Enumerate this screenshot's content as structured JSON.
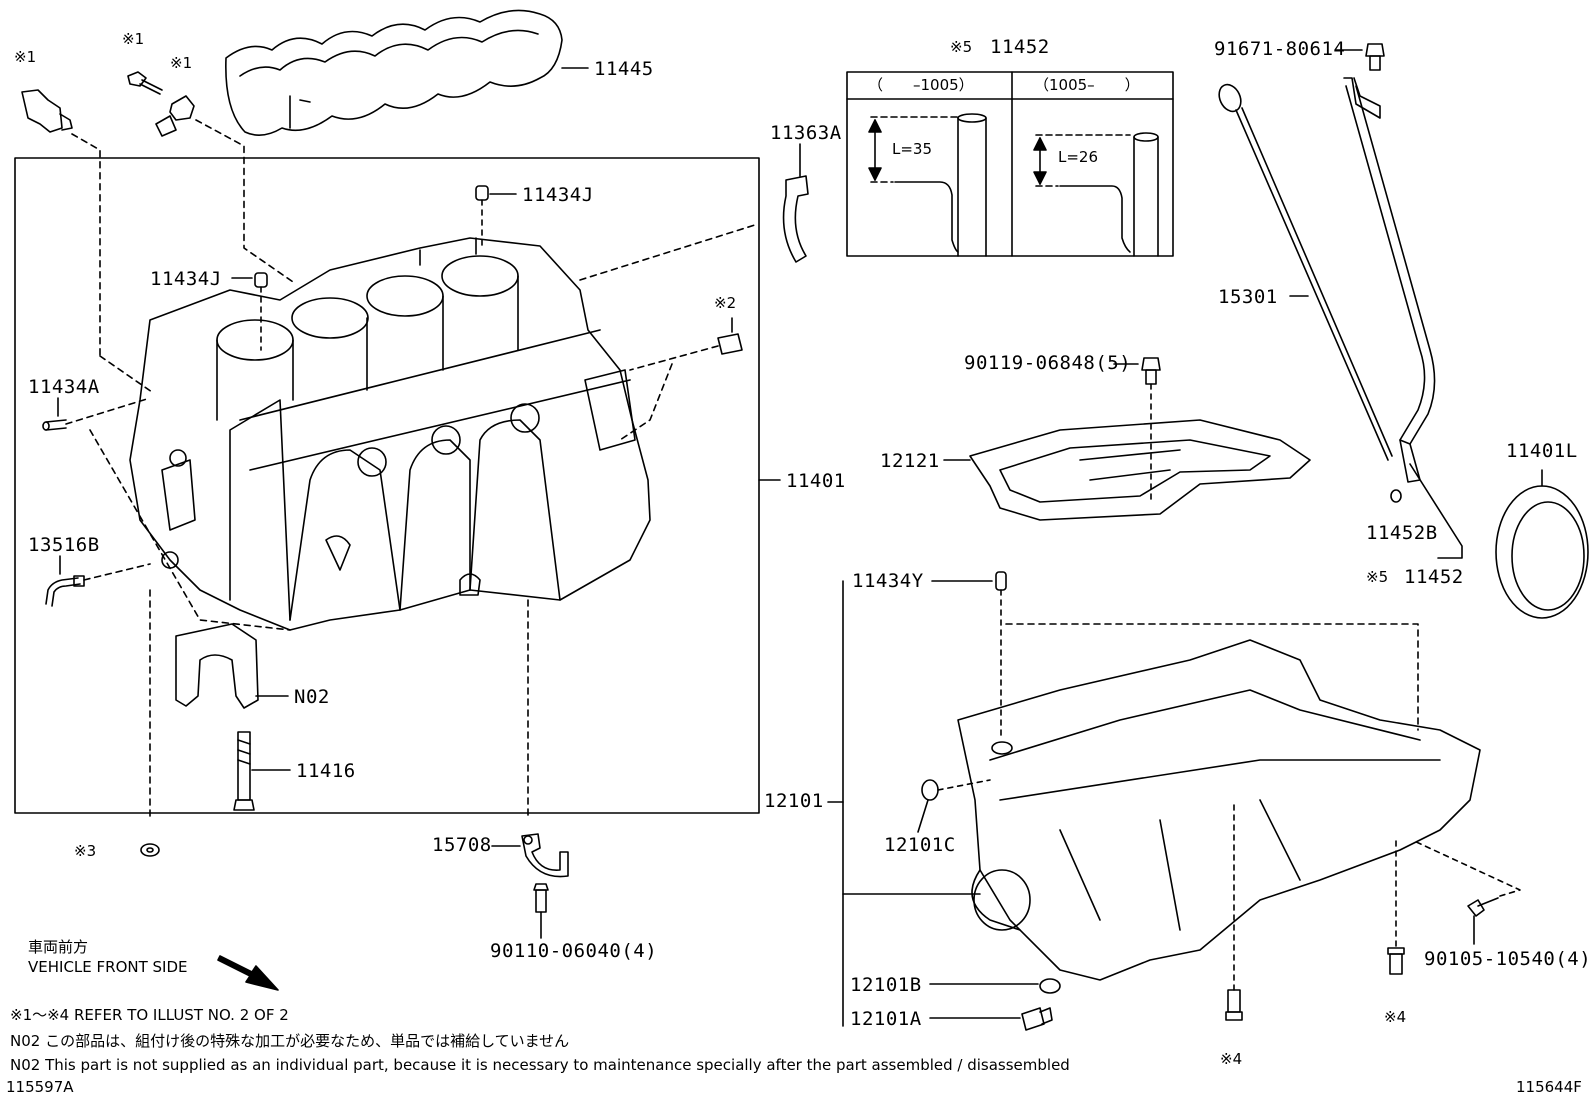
{
  "labels": {
    "p11445": "11445",
    "p11434J_top": "11434J",
    "p11434J_mid": "11434J",
    "p11434A": "11434A",
    "p13516B": "13516B",
    "p11363A": "11363A",
    "p11401": "11401",
    "pN02": "N02",
    "p11416": "11416",
    "p15708": "15708",
    "p90110": "90110-06040(4)",
    "p11452_top": "11452",
    "p91671": "91671-80614",
    "p15301": "15301",
    "p90119": "90119-06848(5)",
    "p12121": "12121",
    "p11401L": "11401L",
    "p11452B": "11452B",
    "p11452_bot": "11452",
    "p11434Y": "11434Y",
    "p12101": "12101",
    "p12101C": "12101C",
    "p12101B": "12101B",
    "p12101A": "12101A",
    "p90105": "90105-10540(4)"
  },
  "refs": {
    "r1a": "※1",
    "r1b": "※1",
    "r1c": "※1",
    "r2": "※2",
    "r3": "※3",
    "r4a": "※4",
    "r4b": "※4",
    "r5a": "※5",
    "r5b": "※5"
  },
  "inset": {
    "col1": "（　　–1005）",
    "col2": "（1005–　　）",
    "len1": "L=35",
    "len2": "L=26"
  },
  "orientation": {
    "jp": "車両前方",
    "en": "VEHICLE FRONT SIDE"
  },
  "notes": {
    "line1": "※1〜※4  REFER TO ILLUST NO. 2 OF 2",
    "line2": "N02  この部品は、組付け後の特殊な加工が必要なため、単品では補給していません",
    "line3": "N02  This part is not supplied as an individual part, because it is necessary to maintenance specially after the part assembled / disassembled"
  },
  "ids": {
    "left": "115597A",
    "right": "115644F"
  }
}
